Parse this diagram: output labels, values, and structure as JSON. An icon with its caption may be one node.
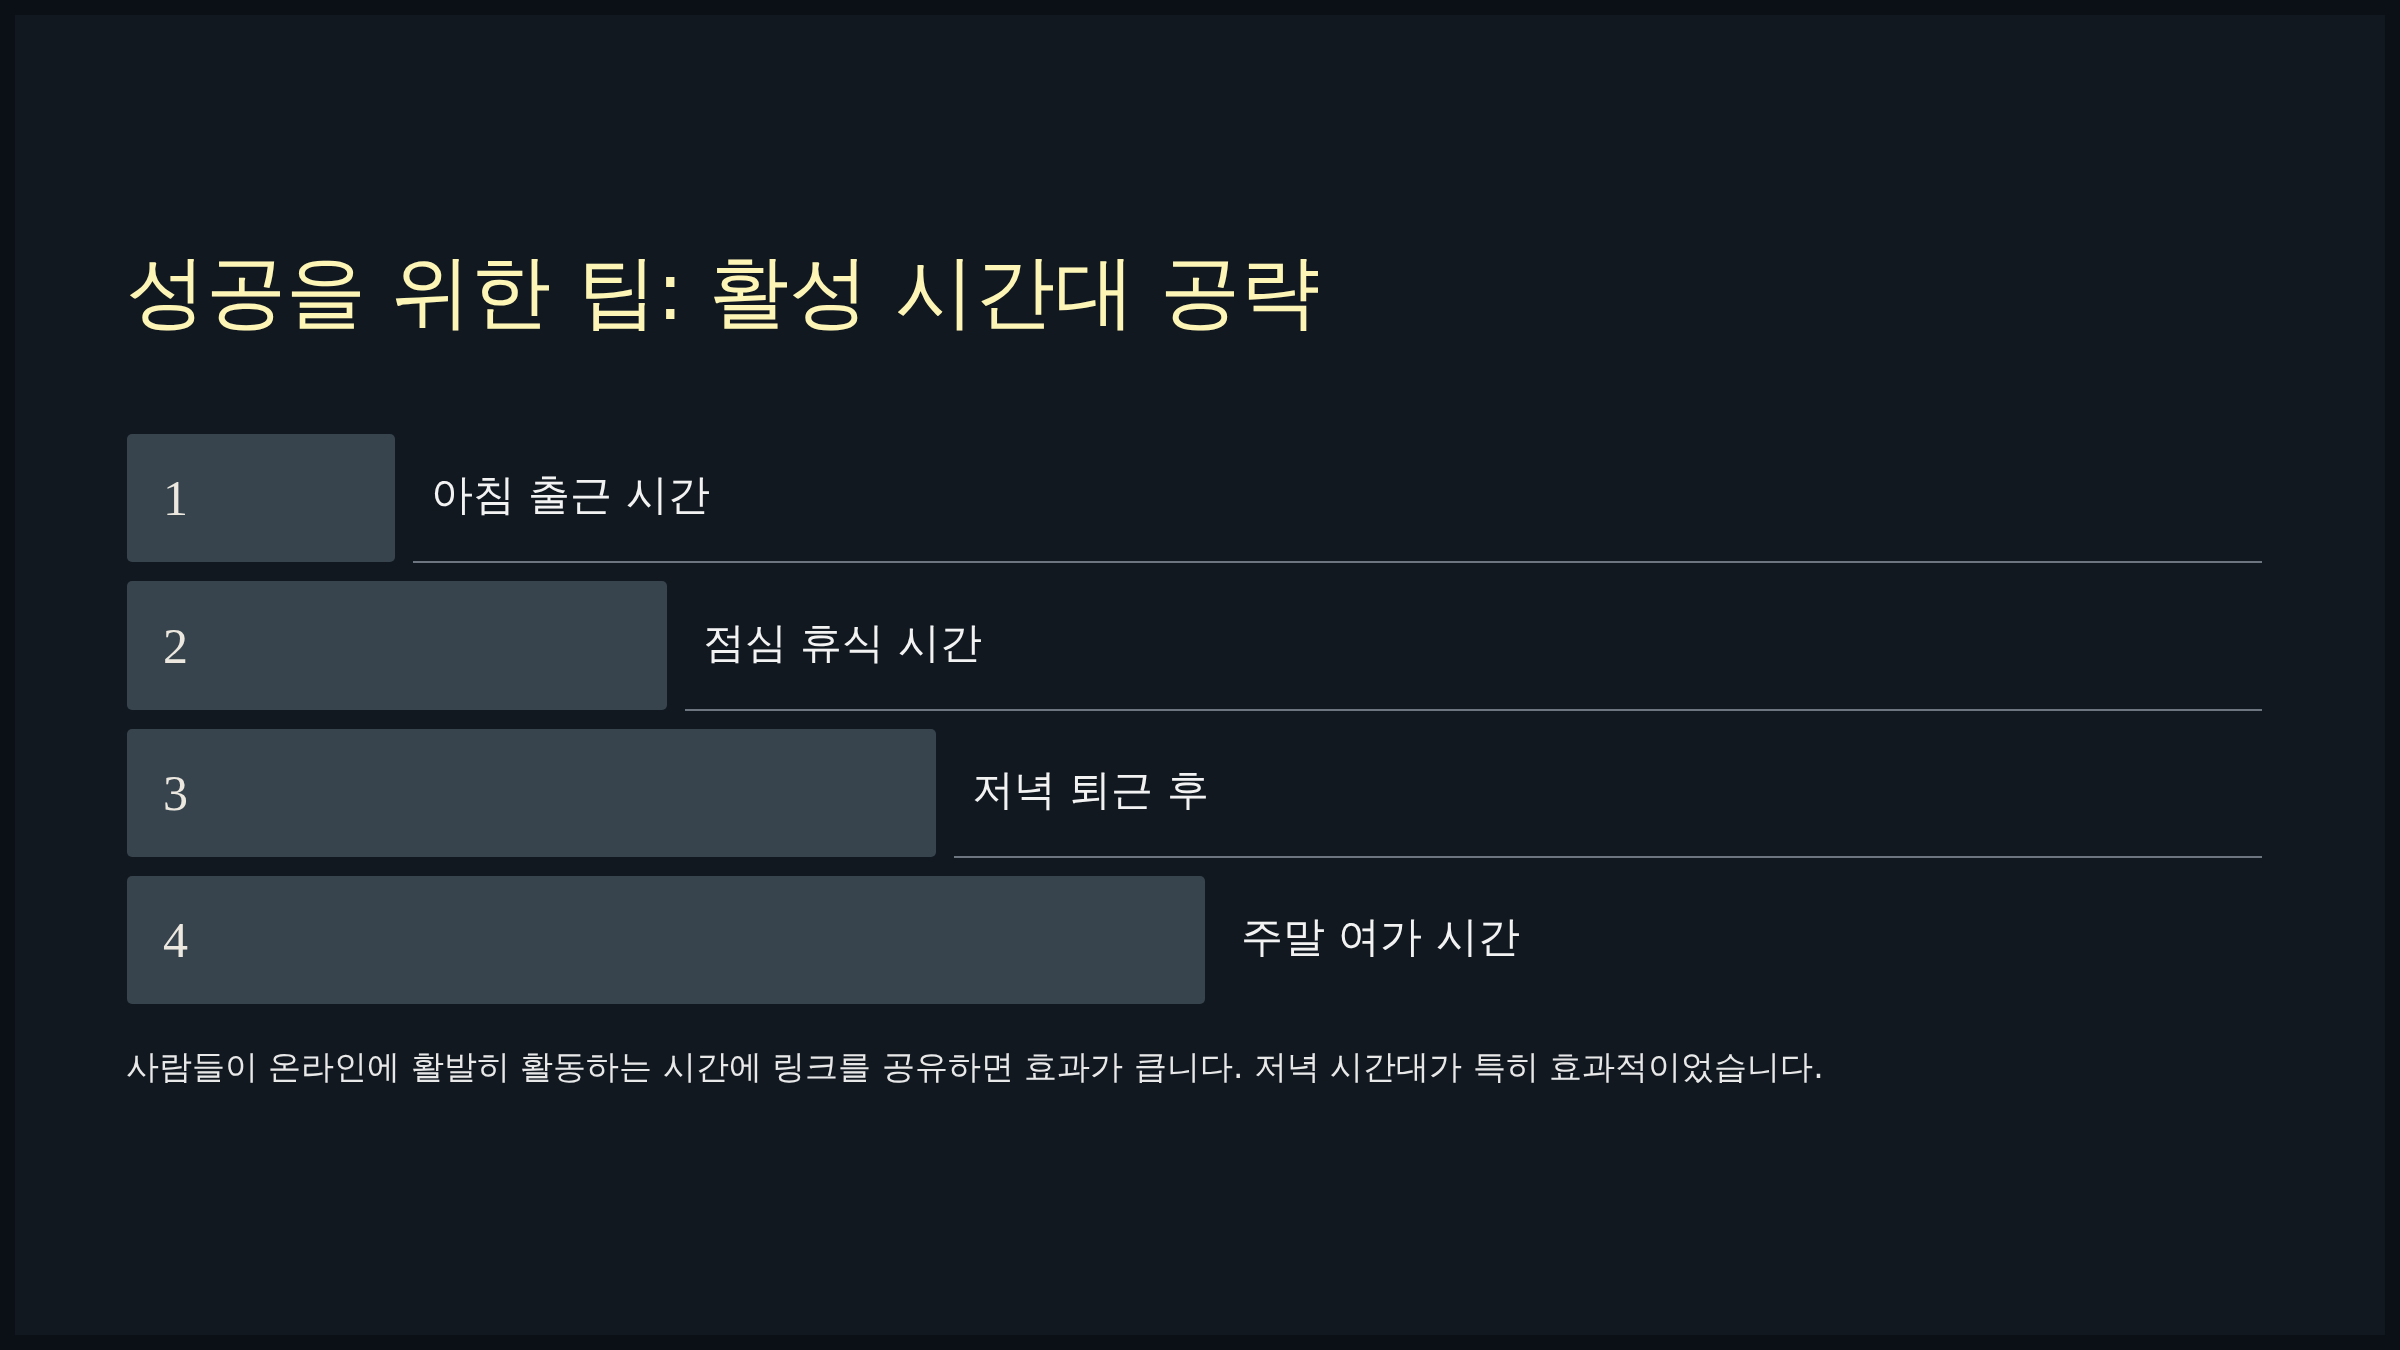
{
  "diagram": {
    "title": "성공을 위한 팁: 활성 시간대 공략",
    "nodes": [
      {
        "text": [
          "1"
        ],
        "beside": [
          "아침 출근 시간"
        ]
      },
      {
        "text": [
          "2"
        ],
        "beside": [
          "점심 휴식 시간"
        ]
      },
      {
        "text": [
          "3"
        ],
        "beside": [
          "저녁 퇴근 후"
        ]
      },
      {
        "text": [
          "4"
        ],
        "beside": [
          "주말 여가 시간"
        ]
      }
    ],
    "caption": "사람들이 온라인에 활발히 활동하는 시간에 링크를 공유하면 효과가 큽니다. 저녁 시간대가 특히 효과적이었습니다."
  }
}
